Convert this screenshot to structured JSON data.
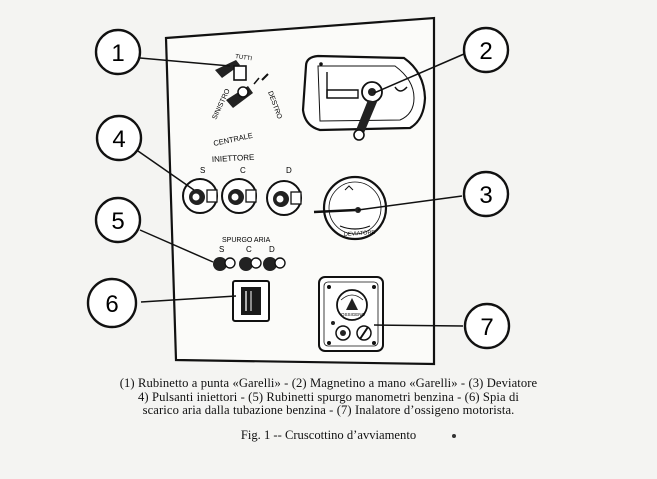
{
  "callouts": [
    "1",
    "2",
    "3",
    "4",
    "5",
    "6",
    "7"
  ],
  "panel_labels": {
    "sinistro": "SINISTRO",
    "destro": "DESTRO",
    "tutti": "TUTTI",
    "centrale": "CENTRALE",
    "iniettore": "INIETTORE",
    "s": "S",
    "c": "C",
    "d": "D",
    "spurgo_aria": "SPURGO ARIA",
    "deviatore": "DEVIATORE",
    "ossigeno": "OSSIGENO"
  },
  "caption": {
    "line1": "(1) Rubinetto a punta «Garelli» - (2) Magnetino a mano «Garelli» - (3) Deviatore",
    "line2": "4) Pulsanti iniettori - (5) Rubinetti spurgo manometri benzina - (6) Spia di",
    "line3": "scarico aria dalla tubazione benzina - (7) Inalatore d’ossigeno motorista.",
    "figure_title": "Fig. 1 -- Cruscottino d’avviamento"
  }
}
